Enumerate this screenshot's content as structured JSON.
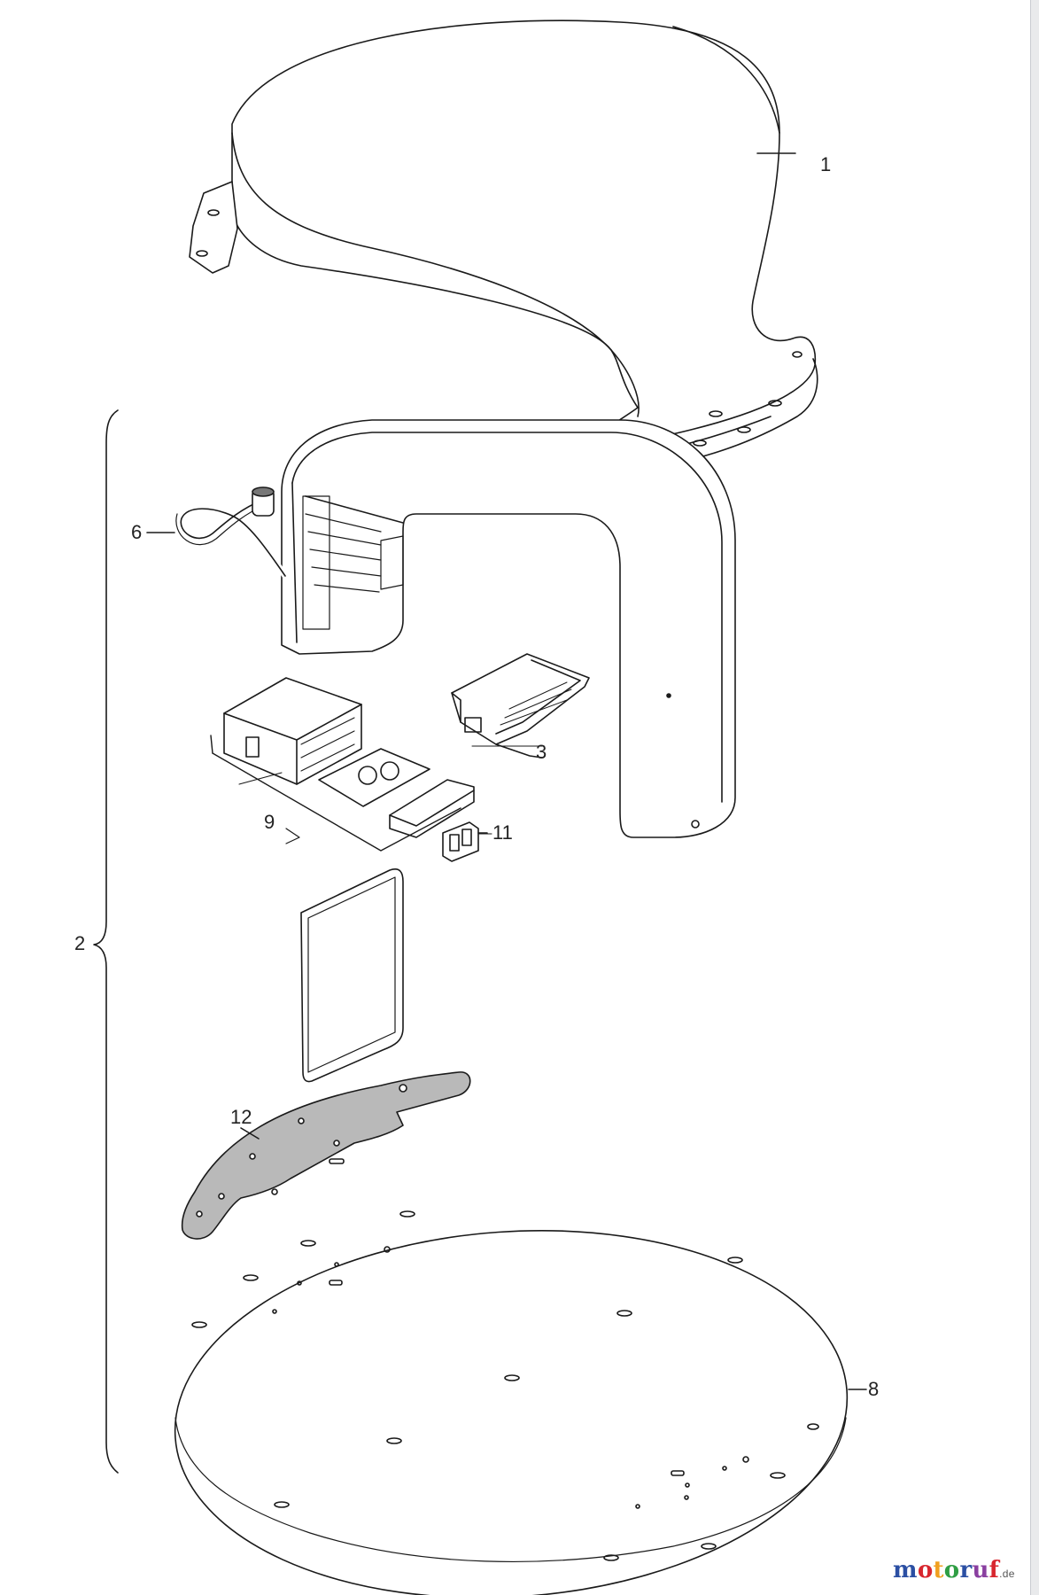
{
  "parts": [
    {
      "number": "1",
      "name": "upper-cover"
    },
    {
      "number": "2",
      "name": "housing-assembly-bracket"
    },
    {
      "number": "3",
      "name": "control-module"
    },
    {
      "number": "6",
      "name": "cable-with-connector"
    },
    {
      "number": "8",
      "name": "base-plate"
    },
    {
      "number": "9",
      "name": "electronics-kit"
    },
    {
      "number": "11",
      "name": "switch"
    },
    {
      "number": "12",
      "name": "mounting-plate"
    }
  ],
  "watermark": {
    "letters": [
      {
        "ch": "m",
        "color": "#2b4fa3"
      },
      {
        "ch": "o",
        "color": "#d8262e"
      },
      {
        "ch": "t",
        "color": "#f0a020"
      },
      {
        "ch": "o",
        "color": "#2f9e44"
      },
      {
        "ch": "r",
        "color": "#2b4fa3"
      },
      {
        "ch": "u",
        "color": "#8a3fa0"
      },
      {
        "ch": "f",
        "color": "#d8262e"
      }
    ],
    "suffix": ".de"
  }
}
